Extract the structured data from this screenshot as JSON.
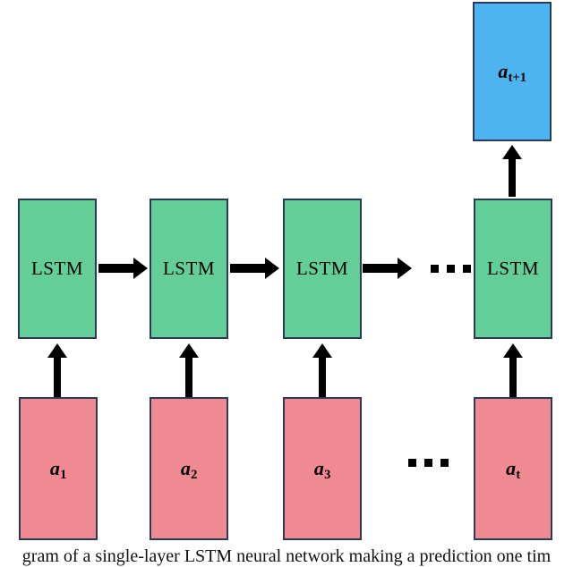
{
  "figure": {
    "type": "diagram",
    "subject": "single-layer LSTM neural network unrolled over time",
    "caption": "gram of a single-layer LSTM neural network making a prediction one tim",
    "background_color": "#ffffff",
    "border_color": "#2b3a55"
  },
  "colors": {
    "output_box": "#4db4f0",
    "cell_box": "#64ce98",
    "input_box": "#f08a92",
    "arrow": "#000000",
    "border": "#2b3a55"
  },
  "output_layer": {
    "name": "prediction",
    "nodes": [
      {
        "label_base": "a",
        "label_sub": "t+1",
        "color": "#4db4f0"
      }
    ]
  },
  "recurrent_layer": {
    "name": "lstm-cells",
    "nodes": [
      {
        "label": "LSTM"
      },
      {
        "label": "LSTM"
      },
      {
        "label": "LSTM"
      },
      {
        "label": "LSTM"
      }
    ],
    "ellipsis": "..."
  },
  "input_layer": {
    "name": "inputs",
    "nodes": [
      {
        "label_base": "a",
        "label_sub": "1",
        "color": "#f08a92"
      },
      {
        "label_base": "a",
        "label_sub": "2",
        "color": "#f08a92"
      },
      {
        "label_base": "a",
        "label_sub": "3",
        "color": "#f08a92"
      },
      {
        "label_base": "a",
        "label_sub": "t",
        "color": "#f08a92"
      }
    ],
    "ellipsis": "..."
  },
  "arrows": {
    "horizontal_count": 3,
    "vertical_input_count": 4,
    "vertical_output_count": 1,
    "direction_horizontal": "right",
    "direction_vertical": "up"
  }
}
